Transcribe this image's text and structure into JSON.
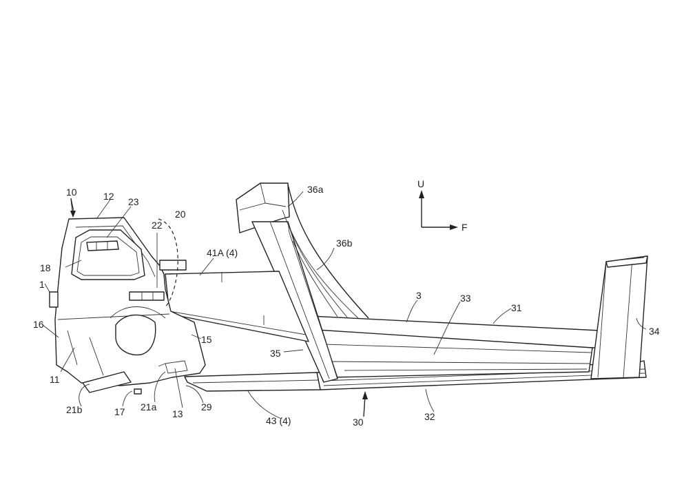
{
  "labels": {
    "l10": "10",
    "l12": "12",
    "l23": "23",
    "l22": "22",
    "l20": "20",
    "l18": "18",
    "l1": "1",
    "l16": "16",
    "l11": "11",
    "l21b": "21b",
    "l17": "17",
    "l21a": "21a",
    "l13": "13",
    "l29": "29",
    "l15": "15",
    "l41A": "41A (4)",
    "l36a": "36a",
    "l36b": "36b",
    "l35": "35",
    "l3": "3",
    "l33": "33",
    "l31": "31",
    "l34": "34",
    "l43": "43 (4)",
    "l30": "30",
    "l32": "32"
  },
  "axes": {
    "up": "U",
    "front": "F"
  }
}
